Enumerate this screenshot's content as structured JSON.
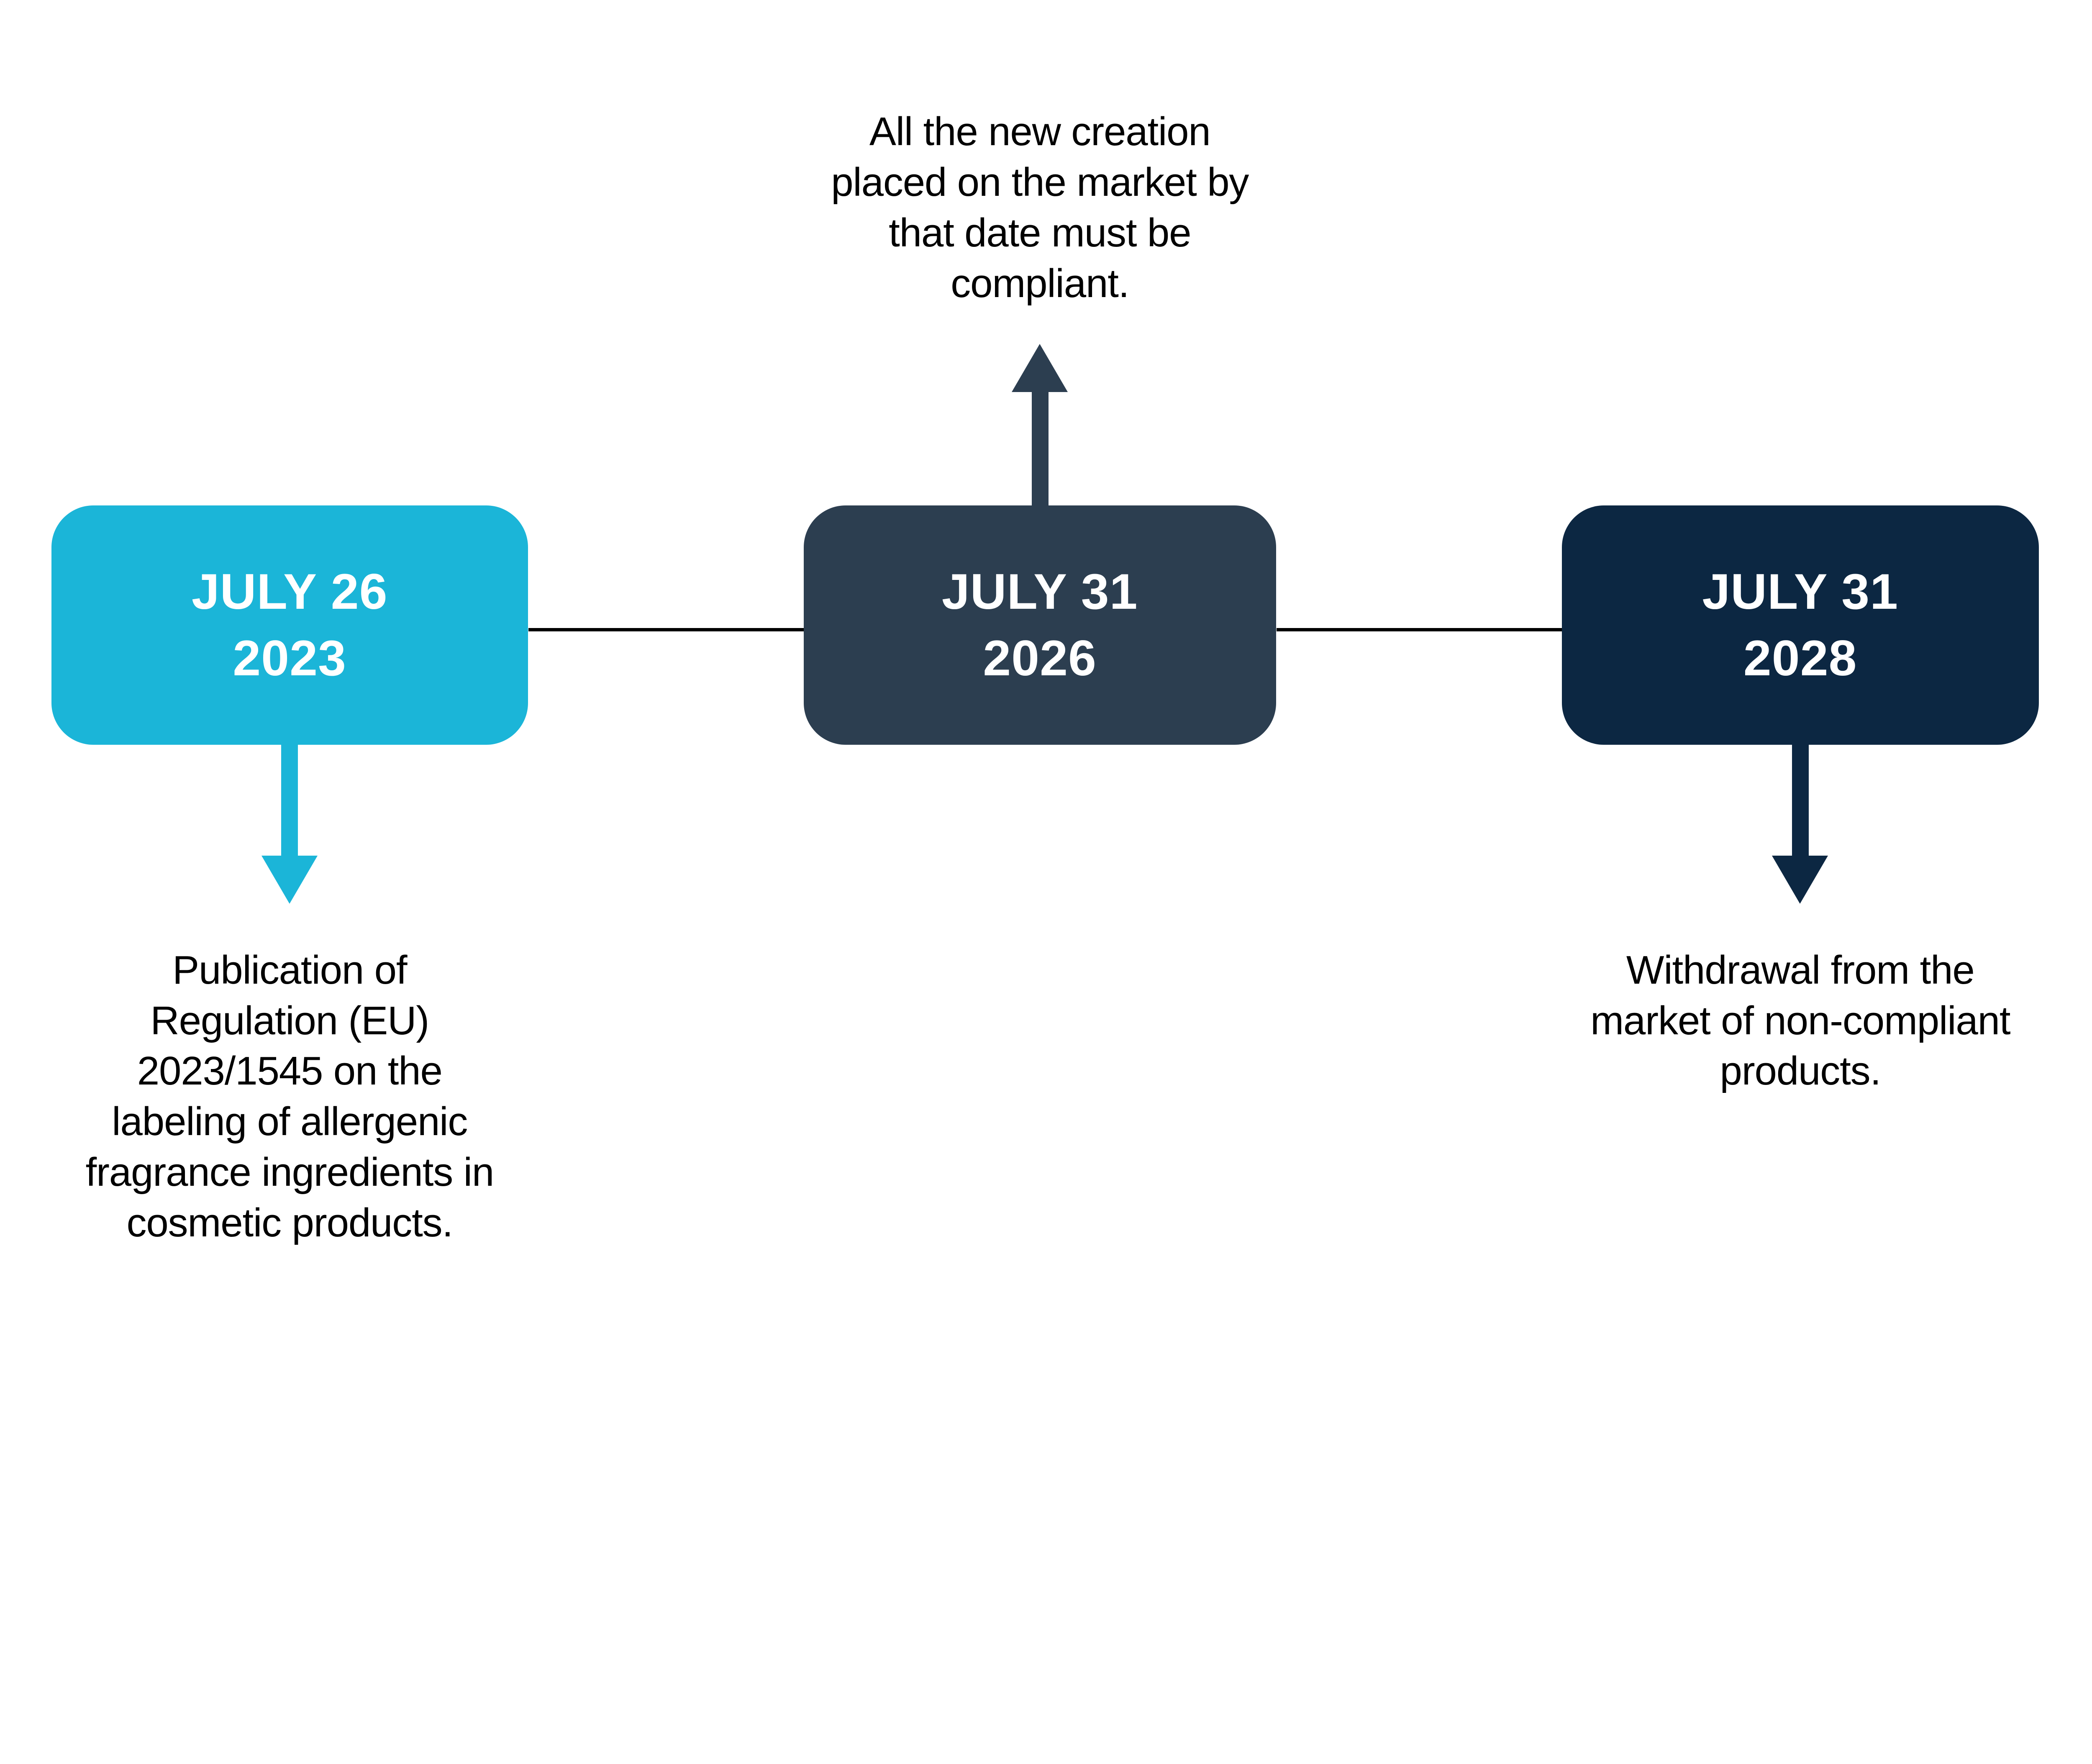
{
  "background_color": "#FFFFFF",
  "text_color": "#000000",
  "connector_color": "#000000",
  "timeline": {
    "milestones": [
      {
        "date_line1": "JULY 26",
        "date_line2": "2023",
        "color": "#1BB5D8",
        "arrow_direction": "down",
        "description_lines": [
          "Publication of",
          "Regulation (EU)",
          "2023/1545 on the",
          "labeling of allergenic",
          "fragrance ingredients in",
          "cosmetic products."
        ]
      },
      {
        "date_line1": "JULY 31",
        "date_line2": "2026",
        "color": "#2C3E50",
        "arrow_direction": "up",
        "description_lines": [
          "All the new creation",
          "placed on the market by",
          "that date must be",
          "compliant."
        ]
      },
      {
        "date_line1": "JULY 31",
        "date_line2": "2028",
        "color": "#0C2742",
        "arrow_direction": "down",
        "description_lines": [
          "Withdrawal from the",
          "market of non-compliant",
          "products."
        ]
      }
    ]
  }
}
